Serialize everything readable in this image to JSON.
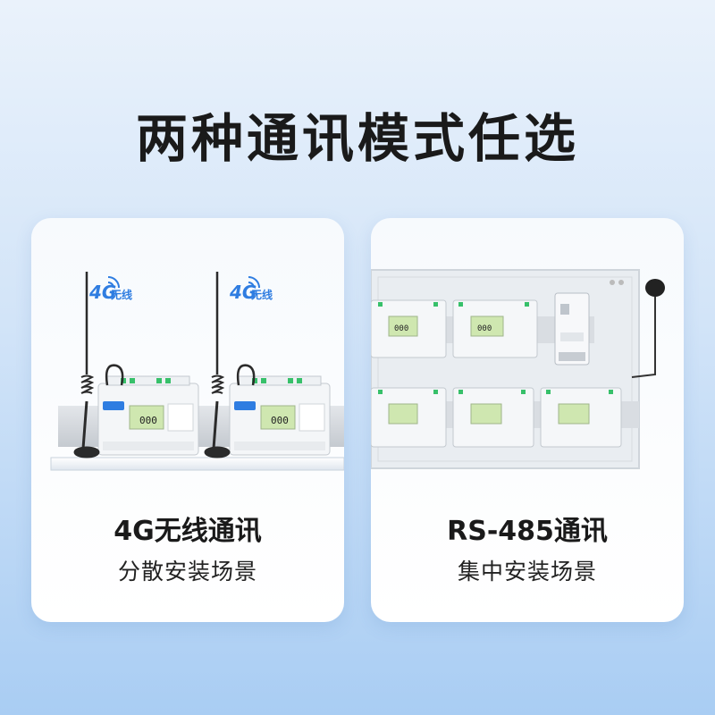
{
  "title": "两种通讯模式任选",
  "cards": [
    {
      "heading": "4G无线通讯",
      "subheading": "分散安装场景",
      "badge": "4G无线"
    },
    {
      "heading": "RS-485通讯",
      "subheading": "集中安装场景"
    }
  ],
  "meter_display": "000",
  "colors": {
    "accent_blue": "#2f7de1",
    "lcd_green": "#cfe7b0",
    "terminal_green": "#37c06a"
  }
}
